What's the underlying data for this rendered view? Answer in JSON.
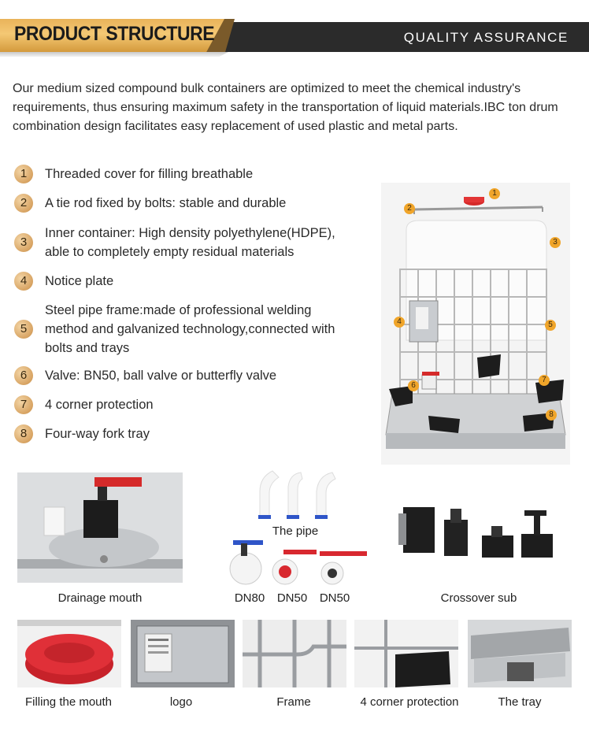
{
  "header": {
    "title": "PRODUCT STRUCTURE",
    "right_title": "QUALITY ASSURANCE"
  },
  "intro": "Our medium sized compound bulk containers are optimized to meet the chemical industry's requirements, thus ensuring maximum safety in the transportation of liquid materials.IBC ton drum combination design facilitates easy replacement of used plastic and metal parts.",
  "features": [
    {
      "num": "1",
      "lines": [
        "Threaded cover for filling breathable"
      ]
    },
    {
      "num": "2",
      "lines": [
        "A tie rod fixed by bolts: stable and durable"
      ]
    },
    {
      "num": "3",
      "lines": [
        "Inner container: High density polyethylene(HDPE),",
        "able to completely empty residual materials"
      ]
    },
    {
      "num": "4",
      "lines": [
        "Notice plate"
      ]
    },
    {
      "num": "5",
      "lines": [
        "Steel pipe frame:made of professional welding",
        "method and galvanized technology,connected with",
        "bolts and trays"
      ]
    },
    {
      "num": "6",
      "lines": [
        "Valve: BN50, ball valve or butterfly valve"
      ]
    },
    {
      "num": "7",
      "lines": [
        "4 corner protection"
      ]
    },
    {
      "num": "8",
      "lines": [
        "Four-way fork tray"
      ]
    }
  ],
  "diagram_numbers": [
    "1",
    "2",
    "3",
    "4",
    "5",
    "6",
    "7",
    "8"
  ],
  "gallery": {
    "drainage": "Drainage mouth",
    "pipe": "The pipe",
    "dn80": "DN80",
    "dn50a": "DN50",
    "dn50b": "DN50",
    "crossover": "Crossover sub",
    "filling": "Filling the mouth",
    "logo": "logo",
    "frame": "Frame",
    "corner": "4 corner protection",
    "tray": "The tray"
  },
  "colors": {
    "gold": "#e9b35a",
    "dark_bar": "#2b2b2b",
    "badge": "#d8a463",
    "valve_red": "#d8282f",
    "valve_blue": "#2f55c8"
  }
}
